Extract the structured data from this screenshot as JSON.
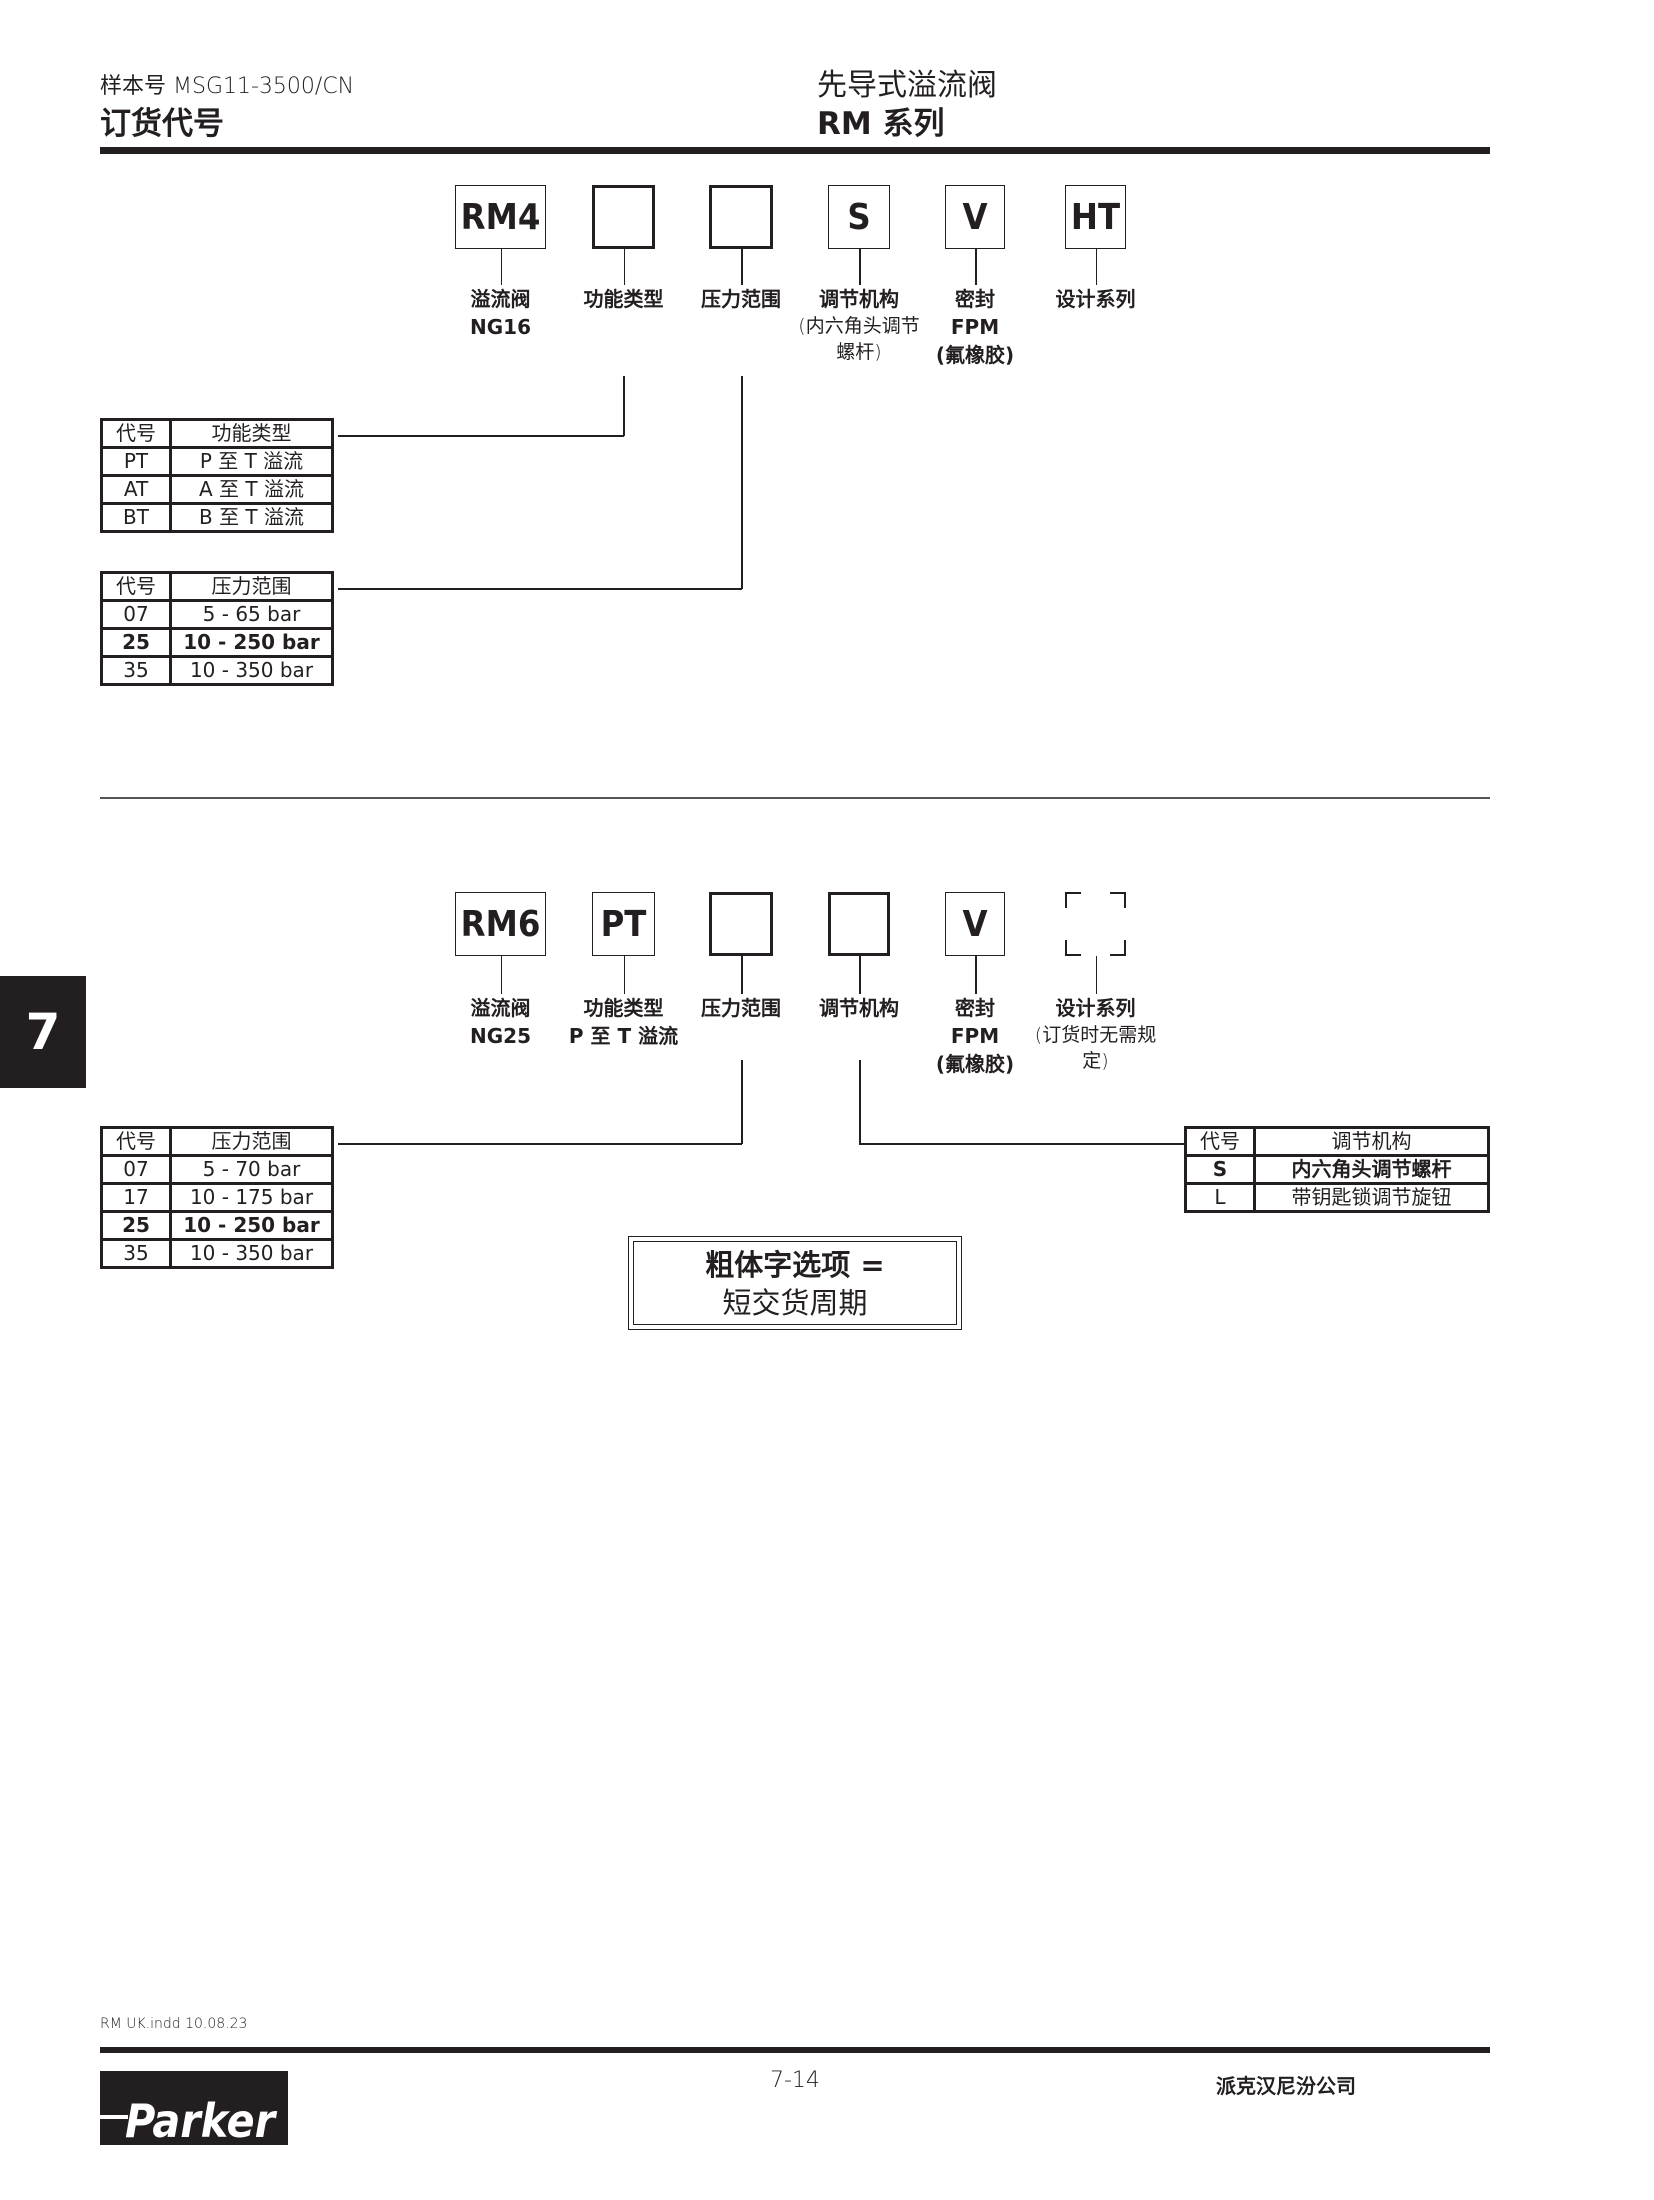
{
  "header": {
    "catalog": "样本号 MSG11-3500/CN",
    "section": "订货代号",
    "product": "先导式溢流阀",
    "series": "RM 系列"
  },
  "side_tab": "7",
  "rm4": {
    "codes": [
      "RM4",
      "",
      "",
      "S",
      "V",
      "HT"
    ],
    "labels": [
      {
        "main": "溢流阀",
        "sub": "NG16"
      },
      {
        "main": "功能类型"
      },
      {
        "main": "压力范围"
      },
      {
        "main": "调节机构",
        "note": "(内六角头调节螺杆)"
      },
      {
        "main": "密封",
        "sub": "FPM",
        "sub2": "(氟橡胶)"
      },
      {
        "main": "设计系列"
      }
    ],
    "function_table": {
      "headers": [
        "代号",
        "功能类型"
      ],
      "rows": [
        [
          "PT",
          "P 至 T 溢流"
        ],
        [
          "AT",
          "A 至 T 溢流"
        ],
        [
          "BT",
          "B 至 T 溢流"
        ]
      ],
      "bold": []
    },
    "pressure_table": {
      "headers": [
        "代号",
        "压力范围"
      ],
      "rows": [
        [
          "07",
          "5 - 65 bar"
        ],
        [
          "25",
          "10 - 250 bar"
        ],
        [
          "35",
          "10 - 350 bar"
        ]
      ],
      "bold": [
        1
      ]
    }
  },
  "rm6": {
    "codes": [
      "RM6",
      "PT",
      "",
      "",
      "V",
      ""
    ],
    "labels": [
      {
        "main": "溢流阀",
        "sub": "NG25"
      },
      {
        "main": "功能类型",
        "sub": "P 至 T 溢流"
      },
      {
        "main": "压力范围"
      },
      {
        "main": "调节机构"
      },
      {
        "main": "密封",
        "sub": "FPM",
        "sub2": "(氟橡胶)"
      },
      {
        "main": "设计系列",
        "note": "(订货时无需规定)"
      }
    ],
    "pressure_table": {
      "headers": [
        "代号",
        "压力范围"
      ],
      "rows": [
        [
          "07",
          "5 - 70 bar"
        ],
        [
          "17",
          "10 - 175 bar"
        ],
        [
          "25",
          "10 - 250 bar"
        ],
        [
          "35",
          "10 - 350 bar"
        ]
      ],
      "bold": [
        2
      ]
    },
    "adjust_table": {
      "headers": [
        "代号",
        "调节机构"
      ],
      "rows": [
        [
          "S",
          "内六角头调节螺杆"
        ],
        [
          "L",
          "带钥匙锁调节旋钮"
        ]
      ],
      "bold": [
        0
      ]
    }
  },
  "note": {
    "line1": "粗体字选项 =",
    "line2": "短交货周期"
  },
  "footer": {
    "file": "RM UK.indd 10.08.23",
    "page": "7-14",
    "company": "派克汉尼汾公司",
    "logo": "Parker"
  }
}
